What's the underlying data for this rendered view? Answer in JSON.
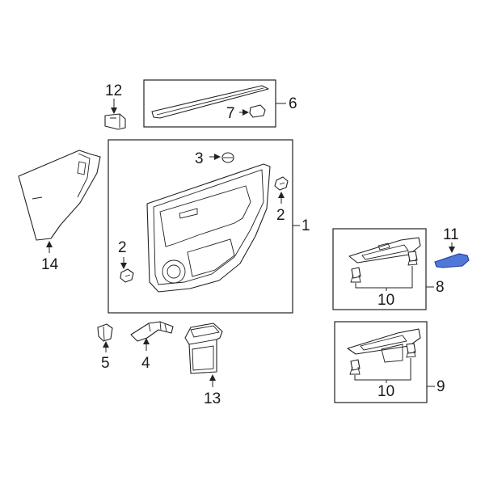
{
  "callouts": {
    "c1": "1",
    "c2a": "2",
    "c2b": "2",
    "c3": "3",
    "c4": "4",
    "c5": "5",
    "c6": "6",
    "c7": "7",
    "c8": "8",
    "c9": "9",
    "c10a": "10",
    "c10b": "10",
    "c11": "11",
    "c12": "12",
    "c13": "13",
    "c14": "14"
  },
  "highlight_color": "#4f78d8",
  "highlighted_part": "11"
}
